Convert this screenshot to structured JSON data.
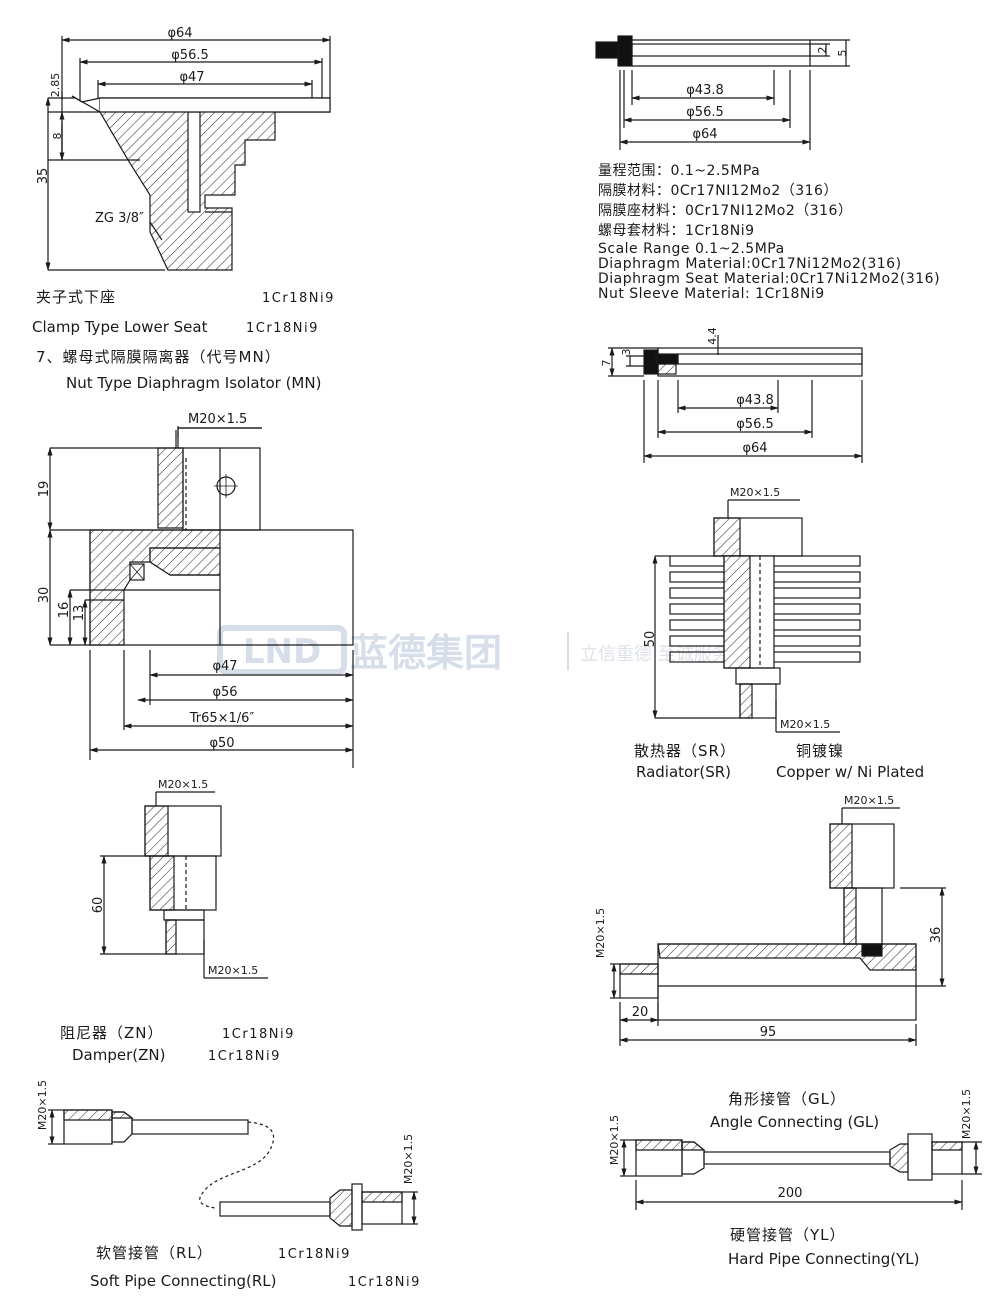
{
  "watermark": {
    "logo": "LND",
    "brand": "蓝德集团",
    "slogan": "立信重德 至诚服务",
    "color": "#b8c4d8"
  },
  "colors": {
    "line": "#1a1a1a",
    "hatch": "#333333",
    "fill": "#111111"
  },
  "clamp_seat": {
    "dims": {
      "d64": "φ64",
      "d56_5": "φ56.5",
      "d47": "φ47",
      "h2_85": "2.85",
      "h8": "8",
      "h35": "35",
      "thread": "ZG 3/8″"
    },
    "title_cn": "夹子式下座",
    "material_cn": "1Cr18Ni9",
    "title_en": "Clamp Type Lower Seat",
    "material_en": "1Cr18Ni9"
  },
  "nut_isolator": {
    "heading_cn": "7、螺母式隔膜隔离器（代号MN）",
    "heading_en": "Nut Type Diaphragm Isolator (MN)",
    "dims": {
      "thread": "M20×1.5",
      "h19": "19",
      "h30": "30",
      "h16": "16",
      "h13": "13",
      "d47": "φ47",
      "d56": "φ56",
      "tr": "Tr65×1/6″",
      "d50": "φ50"
    }
  },
  "diaphragm_top": {
    "dims": {
      "h2": "2",
      "h5": "5",
      "d43_8": "φ43.8",
      "d56_5": "φ56.5",
      "d64": "φ64"
    }
  },
  "specs": {
    "lines": [
      "量程范围：0.1~2.5MPa",
      "隔膜材料：0Cr17NI12Mo2（316）",
      "隔膜座材料：0Cr17NI12Mo2（316）",
      "螺母套材料：1Cr18Ni9",
      "Scale Range 0.1~2.5MPa",
      "Diaphragm Material:0Cr17Ni12Mo2(316)",
      "Diaphragm Seat Material:0Cr17Ni12Mo2(316)",
      "Nut Sleeve Material: 1Cr18Ni9"
    ]
  },
  "diaphragm_seat2": {
    "dims": {
      "h7": "7",
      "h3": "3",
      "h4_4": "4.4",
      "d43_8": "φ43.8",
      "d56_5": "φ56.5",
      "d64": "φ64"
    }
  },
  "radiator": {
    "dims": {
      "thread_top": "M20×1.5",
      "h50": "50",
      "thread_bottom": "M20×1.5"
    },
    "title_cn": "散热器（SR）",
    "material_cn": "铜镀镍",
    "title_en": "Radiator(SR)",
    "material_en": "Copper w/ Ni Plated"
  },
  "damper": {
    "dims": {
      "thread_top": "M20×1.5",
      "h60": "60",
      "thread_bottom": "M20×1.5"
    },
    "title_cn": "阻尼器（ZN）",
    "material_cn": "1Cr18Ni9",
    "title_en": "Damper(ZN)",
    "material_en": "1Cr18Ni9"
  },
  "angle": {
    "dims": {
      "thread_top": "M20×1.5",
      "thread_left": "M20×1.5",
      "h36": "36",
      "l20": "20",
      "l95": "95"
    },
    "title_cn": "角形接管（GL）",
    "title_en": "Angle Connecting (GL)"
  },
  "soft_pipe": {
    "dims": {
      "thread_left": "M20×1.5",
      "thread_right": "M20×1.5"
    },
    "title_cn": "软管接管（RL）",
    "material_cn": "1Cr18Ni9",
    "title_en": "Soft Pipe Connecting(RL)",
    "material_en": "1Cr18Ni9"
  },
  "hard_pipe": {
    "dims": {
      "thread_left": "M20×1.5",
      "thread_right": "M20×1.5",
      "l200": "200"
    },
    "title_cn": "硬管接管（YL）",
    "title_en": "Hard Pipe Connecting(YL)"
  }
}
